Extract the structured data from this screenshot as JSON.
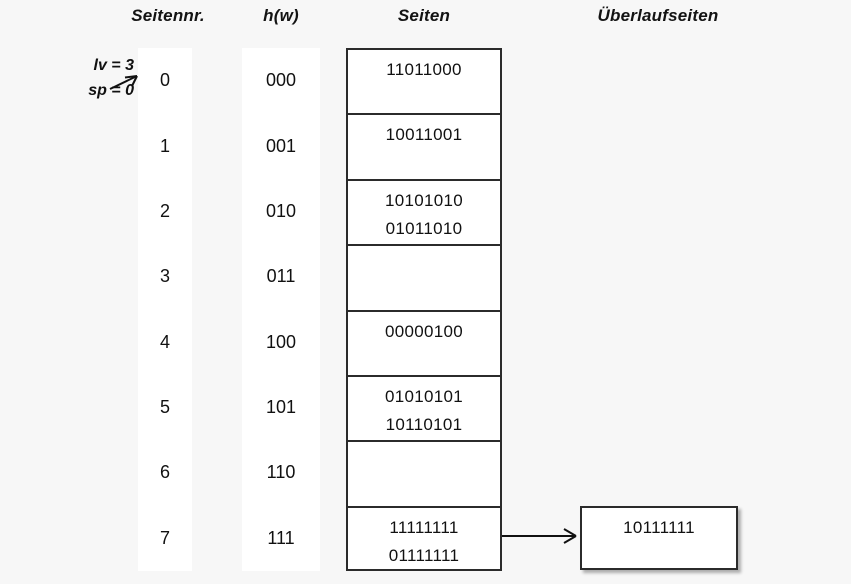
{
  "headers": {
    "seitennr": "Seitennr.",
    "hw": "h(w)",
    "seiten": "Seiten",
    "ueberlaufseiten": "Überlaufseiten"
  },
  "annotation": {
    "lv": "lv = 3",
    "sp": "sp = 0",
    "arrow_icon": "arrow-right-icon"
  },
  "rows": [
    {
      "seitennr": "0",
      "hw": "000",
      "seiten": [
        "11011000"
      ]
    },
    {
      "seitennr": "1",
      "hw": "001",
      "seiten": [
        "10011001"
      ]
    },
    {
      "seitennr": "2",
      "hw": "010",
      "seiten": [
        "10101010",
        "01011010"
      ]
    },
    {
      "seitennr": "3",
      "hw": "011",
      "seiten": []
    },
    {
      "seitennr": "4",
      "hw": "100",
      "seiten": [
        "00000100"
      ]
    },
    {
      "seitennr": "5",
      "hw": "101",
      "seiten": [
        "01010101",
        "10110101"
      ]
    },
    {
      "seitennr": "6",
      "hw": "110",
      "seiten": []
    },
    {
      "seitennr": "7",
      "hw": "111",
      "seiten": [
        "11111111",
        "01111111"
      ]
    }
  ],
  "overflow": {
    "row_index": 7,
    "value": "10111111",
    "arrow_icon": "arrow-right-icon"
  },
  "colors": {
    "background": "#f7f7f7",
    "band": "#ffffff",
    "border": "#2b2b2b",
    "text": "#111111"
  }
}
